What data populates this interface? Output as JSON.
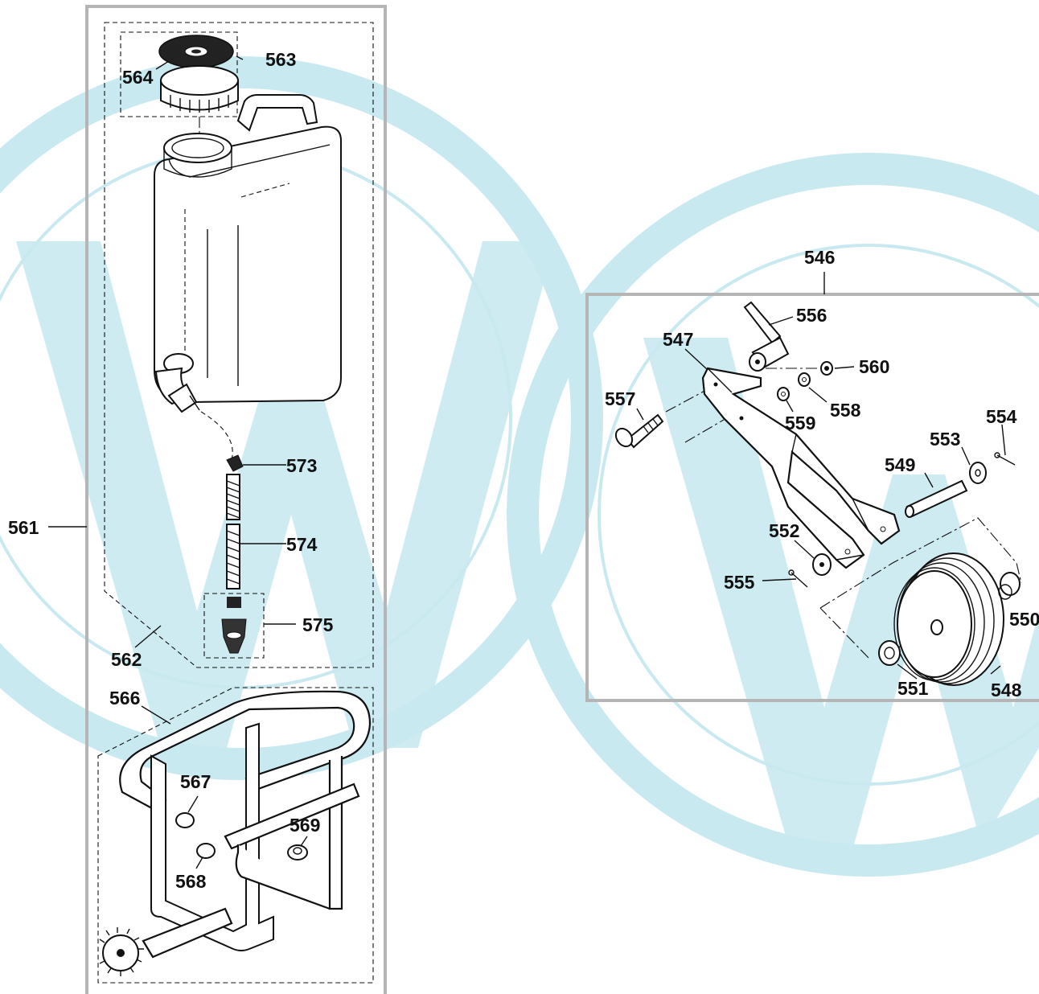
{
  "colors": {
    "watermark": "#c8e9f0",
    "frame": "#b5b5b5",
    "ink": "#111111"
  },
  "labels": {
    "p546": "546",
    "p547": "547",
    "p548": "548",
    "p549": "549",
    "p550": "550",
    "p551": "551",
    "p552": "552",
    "p553": "553",
    "p554": "554",
    "p555": "555",
    "p556": "556",
    "p557": "557",
    "p558": "558",
    "p559": "559",
    "p560": "560",
    "p561": "561",
    "p562": "562",
    "p563": "563",
    "p564": "564",
    "p566": "566",
    "p567": "567",
    "p568": "568",
    "p569": "569",
    "p573": "573",
    "p574": "574",
    "p575": "575"
  }
}
